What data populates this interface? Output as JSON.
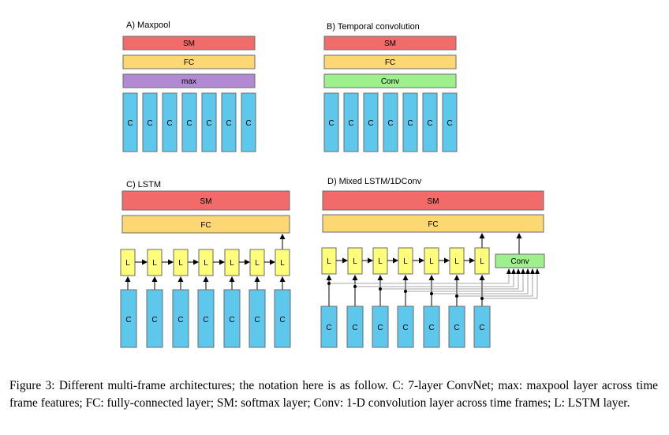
{
  "panels": {
    "a": {
      "title": "A) Maxpool",
      "layers": [
        "SM",
        "FC",
        "max"
      ],
      "frames": [
        "C",
        "C",
        "C",
        "C",
        "C",
        "C",
        "C"
      ]
    },
    "b": {
      "title": "B) Temporal convolution",
      "layers": [
        "SM",
        "FC",
        "Conv"
      ],
      "frames": [
        "C",
        "C",
        "C",
        "C",
        "C",
        "C",
        "C"
      ]
    },
    "c": {
      "title": "C) LSTM",
      "layers": [
        "SM",
        "FC"
      ],
      "lstm": [
        "L",
        "L",
        "L",
        "L",
        "L",
        "L",
        "L"
      ],
      "frames": [
        "C",
        "C",
        "C",
        "C",
        "C",
        "C",
        "C"
      ]
    },
    "d": {
      "title": "D) Mixed LSTM/1DConv",
      "layers": [
        "SM",
        "FC"
      ],
      "lstm": [
        "L",
        "L",
        "L",
        "L",
        "L",
        "L",
        "L"
      ],
      "conv": "Conv",
      "frames": [
        "C",
        "C",
        "C",
        "C",
        "C",
        "C",
        "C"
      ]
    }
  },
  "colors": {
    "sm": "#f26b6b",
    "fc": "#fdd774",
    "max": "#b28ad3",
    "conv": "#9ef08c",
    "convnet": "#5ec8ec",
    "lstm": "#ffff7a",
    "stroke": "#6b6b6b"
  },
  "caption": "Figure 3: Different multi-frame architectures; the notation here is as follow. C: 7-layer ConvNet; max: maxpool layer across time frame features; FC: fully-connected layer; SM: softmax layer; Conv: 1-D convolution layer across time frames; L: LSTM layer."
}
